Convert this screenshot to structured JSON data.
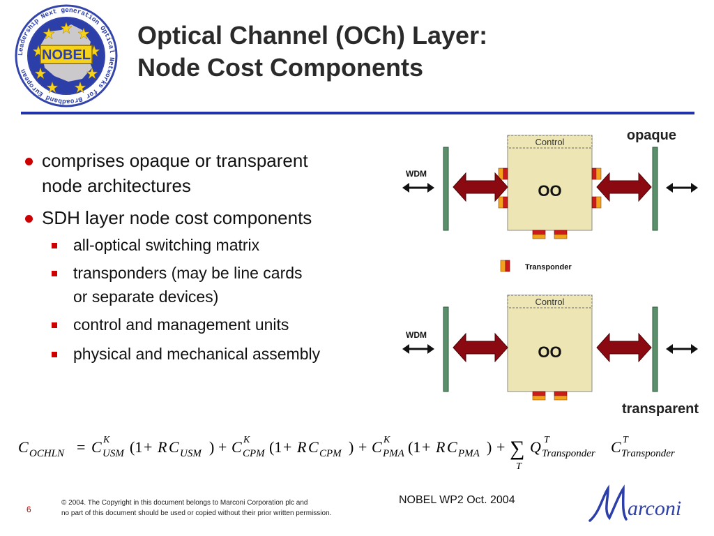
{
  "logo": {
    "center_text": "NOBEL",
    "ring_text": "Leadership Next generation Optical Networks for Broadband European"
  },
  "title": {
    "line1": "Optical Channel (OCh) Layer:",
    "line2": "Node Cost Components"
  },
  "bullets": [
    {
      "text": "comprises opaque or transparent",
      "text2": "node architectures"
    },
    {
      "text": "SDH layer node cost components",
      "sub": [
        {
          "text": "all-optical switching matrix"
        },
        {
          "text": "transponders (may be line cards",
          "text2": "or separate devices)"
        },
        {
          "text": "control and management units"
        },
        {
          "text": "physical and mechanical assembly"
        }
      ]
    }
  ],
  "diagram_top": {
    "tag": "opaque",
    "control": "Control",
    "core": "OO",
    "wdm": "WDM"
  },
  "legend": {
    "label": "Transponder"
  },
  "diagram_bottom": {
    "tag": "transparent",
    "control": "Control",
    "core": "OO",
    "wdm": "WDM"
  },
  "equation": {
    "C": "C",
    "OCHLN": "OCHLN",
    "eq": "=",
    "plus": "+",
    "K": "K",
    "T": "T",
    "USM": "USM",
    "CPM": "CPM",
    "PMA": "PMA",
    "one": "(1",
    "R": "R",
    "close": ")",
    "sum": "∑",
    "Q": "Q",
    "transponder": "Transponder"
  },
  "footer": {
    "page_number": "6",
    "copyright_line1": "© 2004. The Copyright in this document belongs to Marconi Corporation plc and",
    "copyright_line2": "no part of this document should be used or copied without their prior written permission.",
    "right": "NOBEL WP2 Oct. 2004",
    "brand": "Marconi"
  },
  "colors": {
    "accent": "#2233aa",
    "bullet": "#cc0000",
    "arrow_fill": "#8b0a12",
    "fiber": "#5b8f6c",
    "core": "#ede6b4",
    "transponder_red": "#cc1b1b",
    "transponder_orange": "#f2a21c"
  }
}
